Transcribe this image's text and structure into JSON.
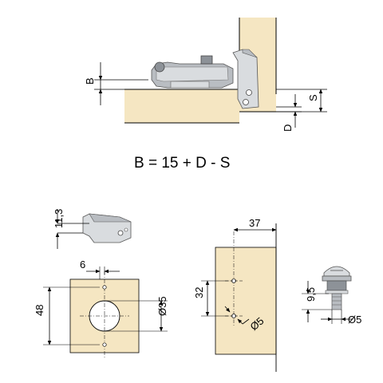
{
  "colors": {
    "wood": "#f5e6c2",
    "hinge_light": "#d9dcdf",
    "hinge_mid": "#b9bdc2",
    "hinge_dark": "#8d9298",
    "line": "#000000"
  },
  "top": {
    "label_b": "B",
    "label_s": "S",
    "label_d": "D",
    "formula": "B = 15 + D - S"
  },
  "bottom_left": {
    "label_height": "11,3",
    "label_6": "6",
    "label_48": "48",
    "label_35": "Ø35"
  },
  "bottom_mid": {
    "label_37": "37",
    "label_32": "32",
    "label_5": "Ø5"
  },
  "bottom_right": {
    "label_95": "9,5",
    "label_5": "Ø5"
  }
}
